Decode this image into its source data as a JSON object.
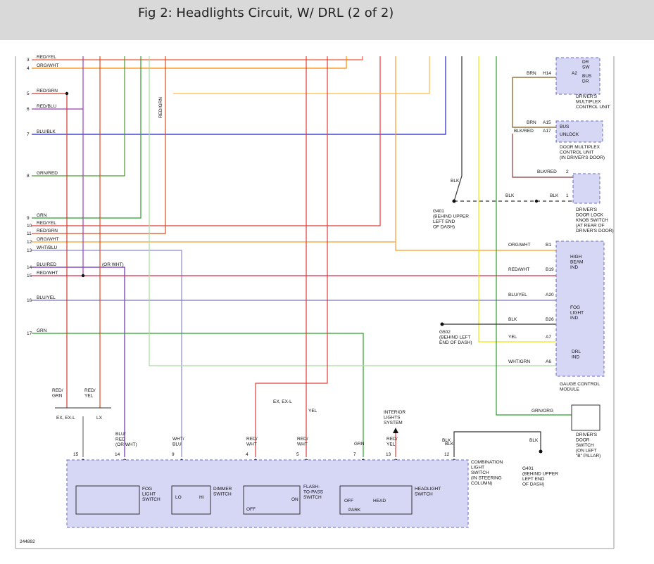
{
  "title": "Fig 2: Headlights Circuit, W/ DRL (2 of 2)",
  "figure_number": "244892",
  "left_pins": [
    {
      "num": "3",
      "label": "RED/YEL",
      "color": "#ef5a3a"
    },
    {
      "num": "4",
      "label": "ORG/WHT",
      "color": "#ff8800"
    },
    {
      "num": "5",
      "label": "RED/GRN",
      "color": "#d23a2a"
    },
    {
      "num": "6",
      "label": "RED/BLU",
      "color": "#9b3fb0"
    },
    {
      "num": "7",
      "label": "BLU/BLK",
      "color": "#2222cc"
    },
    {
      "num": "8",
      "label": "GRN/RED",
      "color": "#4a9a2a"
    },
    {
      "num": "9",
      "label": "GRN",
      "color": "#2aa02a"
    },
    {
      "num": "10",
      "label": "RED/YEL",
      "color": "#e23a3a"
    },
    {
      "num": "11",
      "label": "RED/GRN",
      "color": "#e04a20"
    },
    {
      "num": "12",
      "label": "ORG/WHT",
      "color": "#ff9a2a"
    },
    {
      "num": "13",
      "label": "WHT/BLU",
      "color": "#8a8ae0"
    },
    {
      "num": "14",
      "label": "BLU/RED",
      "color": "#6a2ab0"
    },
    {
      "num": "15",
      "label": "RED/WHT",
      "color": "#e02a4a"
    },
    {
      "num": "16",
      "label": "BLU/YEL",
      "color": "#7a7ab0"
    },
    {
      "num": "17",
      "label": "GRN",
      "color": "#2aa02a"
    }
  ],
  "labels": {
    "or_wht": "(OR WHT)",
    "red_grn_vert": "RED/GRN",
    "red_grn_bottom": "RED/\nGRN",
    "red_yel_bottom": "RED/\nYEL",
    "trim_a": "EX, EX-L",
    "trim_b": "LX",
    "trim_c": "EX, EX-L",
    "yel": "YEL",
    "interior_lights": "INTERIOR\nLIGHTS\nSYSTEM",
    "blk": "BLK",
    "brn": "BRN",
    "blk_red": "BLK/RED",
    "grn_org": "GRN/ORG",
    "wht_grn": "WHT/GRN",
    "org_wht": "ORG/WHT",
    "red_wht": "RED/WHT",
    "blu_yel": "BLU/YEL",
    "grn": "GRN"
  },
  "switch_pins": [
    {
      "num": "15",
      "wire": ""
    },
    {
      "num": "14",
      "wire": "BLU/\nRED\n(OR WHT)"
    },
    {
      "num": "9",
      "wire": "WHT/\nBLU"
    },
    {
      "num": "4",
      "wire": "RED/\nWHT"
    },
    {
      "num": "5",
      "wire": "RED/\nWHT"
    },
    {
      "num": "7",
      "wire": "GRN"
    },
    {
      "num": "13",
      "wire": "RED/\nYEL"
    },
    {
      "num": "12",
      "wire": "BLK"
    }
  ],
  "components": {
    "fog_switch": "FOG\nLIGHT\nSWITCH",
    "dimmer_switch": "DIMMER\nSWITCH",
    "dimmer_lo": "LO",
    "dimmer_hi": "HI",
    "flash_switch": "FLASH-\nTO-PASS\nSWITCH",
    "flash_off": "OFF",
    "flash_on": "ON",
    "headlight_switch": "HEADLIGHT\nSWITCH",
    "hl_off": "OFF",
    "hl_park": "PARK",
    "hl_head": "HEAD",
    "combination": "COMBINATION\nLIGHT\nSWITCH\n(IN STEERING\nCOLUMN)",
    "driver_multiplex": "DRIVER'S\nMULTIPLEX\nCONTROL UNIT",
    "dr_sw": "DR\nSW",
    "bus_dr": "BUS\nDR",
    "door_multiplex": "DOOR MULTIPLEX\nCONTROL UNIT\n(IN DRIVER'S DOOR)",
    "bus": "BUS",
    "unlock": "UNLOCK",
    "door_lock_knob": "DRIVER'S\nDOOR LOCK\nKNOB SWITCH\n(AT REAR OF\nDRIVER'S DOOR)",
    "gauge_module": "GAUGE CONTROL\nMODULE",
    "high_beam": "HIGH\nBEAM\nIND",
    "fog_ind": "FOG\nLIGHT\nIND",
    "drl_ind": "DRL\nIND",
    "driver_door_switch": "DRIVER'S\nDOOR\nSWITCH\n(ON LEFT\n\"B\" PILLAR)",
    "g401_top": "G401\n(BEHIND UPPER\nLEFT END\nOF DASH)",
    "g502": "G502\n(BEHIND LEFT\nEND OF DASH)",
    "g401_bottom": "G401\n(BEHIND UPPER\nLEFT END\nOF DASH)"
  },
  "gauge_pins": [
    "B1",
    "B19",
    "A20",
    "B26",
    "A7",
    "A6"
  ],
  "pin_labels": {
    "h14": "H14",
    "a2": "A2",
    "a15": "A15",
    "a17": "A17",
    "k2": "2",
    "k1": "1"
  }
}
